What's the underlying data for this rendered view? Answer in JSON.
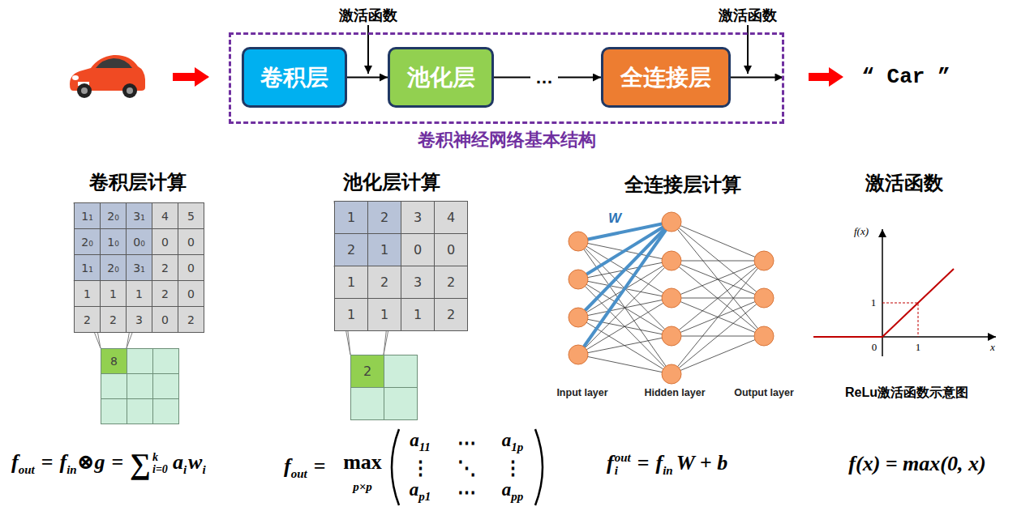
{
  "diagram": {
    "nodes": [
      {
        "text": [
          "卷积神经网络基本结构"
        ]
      },
      {
        "text": [
          "卷积层"
        ],
        "in": 0
      },
      {
        "text": [
          "池化层"
        ],
        "in": 0
      },
      {
        "text": [
          "全连接层"
        ],
        "in": 0
      }
    ],
    "edges": [
      {
        "from": 1,
        "to": 2,
        "arrow": "to"
      },
      {
        "from": 2,
        "to": 3,
        "label": "…",
        "arrow": "to"
      },
      {
        "from": 3,
        "to": 0,
        "arrow": "to"
      }
    ],
    "labels": [
      "激活函数",
      "激活函数",
      "“ Car ”",
      "卷积层计算",
      "池化层计算",
      "全连接层计算",
      "激活函数",
      "1₁",
      "2₀",
      "3₁",
      "4",
      "5",
      "2₀",
      "1₀",
      "0₀",
      "0",
      "0",
      "1₁",
      "2₀",
      "3₁",
      "2",
      "0",
      "1",
      "1",
      "1",
      "2",
      "0",
      "2",
      "2",
      "3",
      "0",
      "2",
      "8",
      "1",
      "2",
      "3",
      "4",
      "2",
      "1",
      "0",
      "0",
      "1",
      "2",
      "3",
      "2",
      "1",
      "1",
      "1",
      "2",
      "2",
      "W",
      "Input layer",
      "Hidden layer",
      "Output layer",
      "f(x)",
      "1",
      "0",
      "1",
      "x",
      "ReLu激活函数示意图",
      "f",
      "out",
      "=",
      "f",
      "in",
      "⊗g",
      "=",
      "∑",
      "k",
      "i=0",
      "a",
      "i",
      "w",
      "i",
      "f",
      "out",
      "=",
      "max",
      "p×p",
      "a",
      "11",
      "⋯",
      "a",
      "1p",
      "⋮",
      "⋱",
      "⋮",
      "a",
      "p1",
      "⋯",
      "a",
      "pp",
      "f",
      "out",
      "i",
      "=",
      "f",
      "in",
      "W + b",
      "f(x) = max(0, x)"
    ]
  }
}
